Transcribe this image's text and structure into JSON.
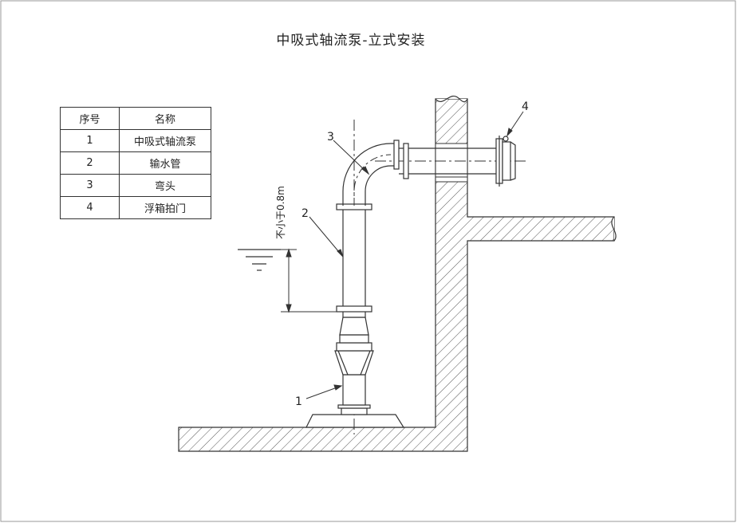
{
  "title": "中吸式轴流泵-立式安装",
  "table": {
    "headers": [
      "序号",
      "名称"
    ],
    "rows": [
      {
        "no": "1",
        "name": "中吸式轴流泵"
      },
      {
        "no": "2",
        "name": "输水管"
      },
      {
        "no": "3",
        "name": "弯头"
      },
      {
        "no": "4",
        "name": "浮箱拍门"
      }
    ]
  },
  "callouts": {
    "pump": "1",
    "pipe": "2",
    "elbow": "3",
    "flap_gate": "4"
  },
  "dimension_label": "不小于0.8m",
  "colors": {
    "line": "#333333",
    "hatch": "#555555",
    "background": "#ffffff"
  }
}
